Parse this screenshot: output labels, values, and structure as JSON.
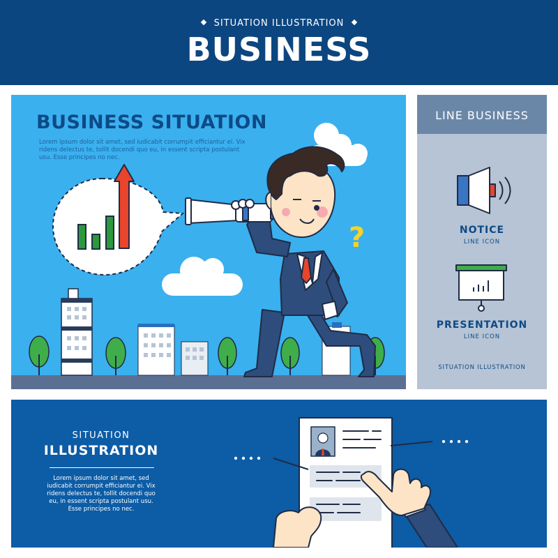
{
  "header": {
    "subtitle": "SITUATION ILLUSTRATION",
    "title": "BUSINESS",
    "bg_color": "#0c4680"
  },
  "scene": {
    "title": "BUSINESS SITUATION",
    "lorem": "Lorem ipsum dolor sit amet, sed iudicabit corrumpit efficiantur ei. Vix ridens delectus te, tollit docendi quo eu, in essent scripta postulant usu. Esse principes no nec.",
    "bg_color": "#3ab0ef",
    "question_mark": "?",
    "icons": [
      "speech-bubble-icon",
      "bar-chart-icon",
      "arrow-up-icon",
      "cloud-icon",
      "building-icon",
      "tree-icon",
      "telescope-icon",
      "businessman-figure"
    ]
  },
  "sidebar": {
    "header": "LINE BUSINESS",
    "items": [
      {
        "label": "NOTICE",
        "sub": "LINE ICON",
        "icon": "megaphone-icon"
      },
      {
        "label": "PRESENTATION",
        "sub": "LINE ICON",
        "icon": "presentation-board-icon"
      }
    ],
    "footer": "SITUATION ILLUSTRATION",
    "bg_color": "#b6c4d5",
    "header_color": "#6a87a8"
  },
  "bottom": {
    "subtitle": "SITUATION",
    "title": "ILLUSTRATION",
    "lorem": "Lorem ipsum dolor sit amet, sed iudicabit corrumpit efficiantur ei. Vix ridens delectus te, tollit docendi quo eu, in essent scripta postulant usu. Esse principes no nec.",
    "bg_color": "#0c5ca6",
    "icons": [
      "resume-document-icon",
      "profile-photo-icon",
      "pointing-hand-icon",
      "holding-hand-icon"
    ]
  }
}
